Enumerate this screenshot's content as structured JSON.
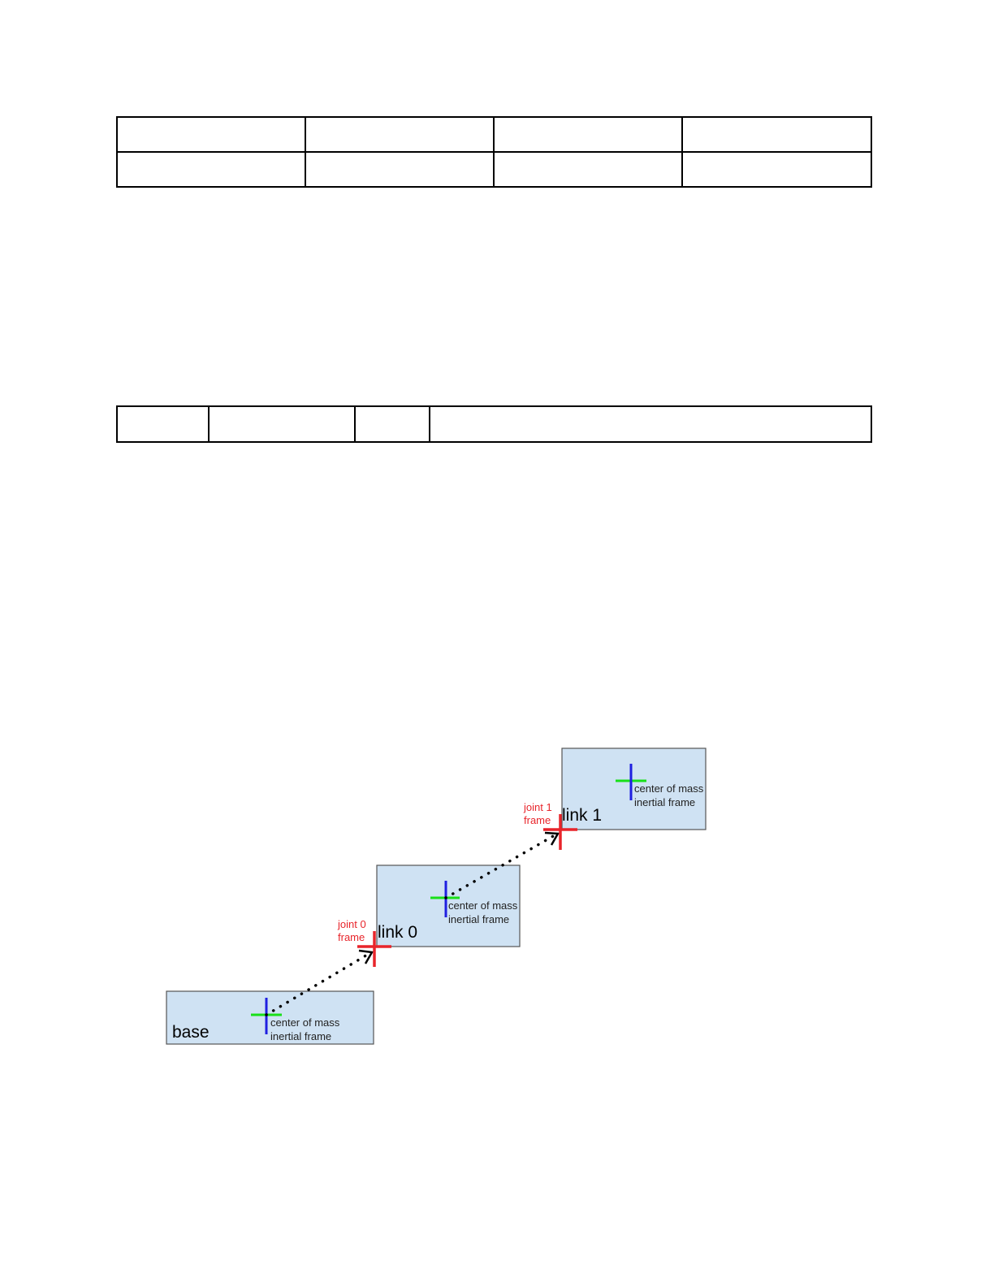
{
  "tables": [
    {
      "rows": [
        [
          "",
          "",
          "",
          ""
        ],
        [
          "",
          "",
          "",
          ""
        ]
      ]
    },
    {
      "rows": [
        [
          "",
          "",
          "",
          ""
        ]
      ]
    }
  ],
  "diagram": {
    "links": [
      {
        "name": "base",
        "com_label_1": "center of mass",
        "com_label_2": "inertial frame"
      },
      {
        "name": "link 0",
        "com_label_1": "center of mass",
        "com_label_2": "inertial frame"
      },
      {
        "name": "link 1",
        "com_label_1": "center of mass",
        "com_label_2": "inertial frame"
      }
    ],
    "joints": [
      {
        "label_1": "joint 0",
        "label_2": "frame"
      },
      {
        "label_1": "joint 1",
        "label_2": "frame"
      }
    ],
    "colors": {
      "box_fill": "#cfe2f3",
      "box_stroke": "#555555",
      "joint": "#e8252b",
      "axis_blue": "#1f1fe0",
      "axis_green": "#19e019",
      "dotted": "#000000"
    }
  }
}
